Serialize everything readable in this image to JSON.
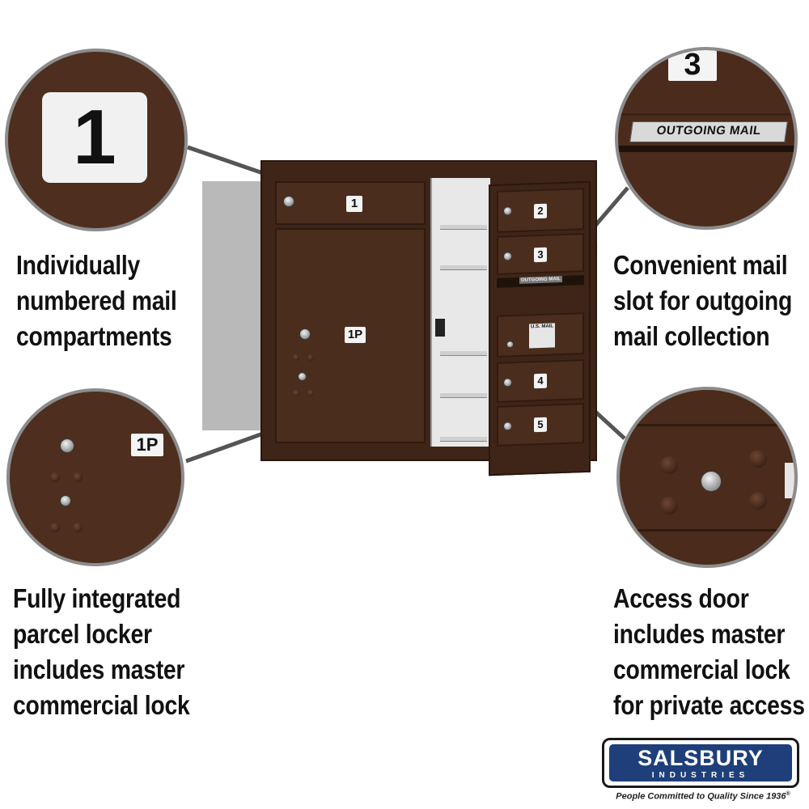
{
  "callouts": {
    "top_left": {
      "zoom_label": "1",
      "caption": [
        "Individually",
        "numbered mail",
        "compartments"
      ]
    },
    "top_right": {
      "zoom_label": "3",
      "slot_label": "OUTGOING MAIL",
      "caption": [
        "Convenient mail",
        "slot for outgoing",
        "mail collection"
      ]
    },
    "bottom_left": {
      "zoom_label": "1P",
      "caption": [
        "Fully integrated",
        "parcel locker",
        "includes master",
        "commercial lock"
      ]
    },
    "bottom_right": {
      "caption": [
        "Access door",
        "includes master",
        "commercial lock",
        "for private access"
      ]
    }
  },
  "mailbox": {
    "compartments": [
      "1",
      "1P",
      "2",
      "3",
      "4",
      "5"
    ],
    "slot_label": "OUTGOING MAIL",
    "door_plate": "U.S. MAIL"
  },
  "brand": {
    "name": "SALSBURY",
    "sub": "INDUSTRIES",
    "tagline": "People Committed to Quality Since 1936"
  },
  "colors": {
    "bronze": "#4b2d1d",
    "logo_blue": "#1e3f7a"
  }
}
